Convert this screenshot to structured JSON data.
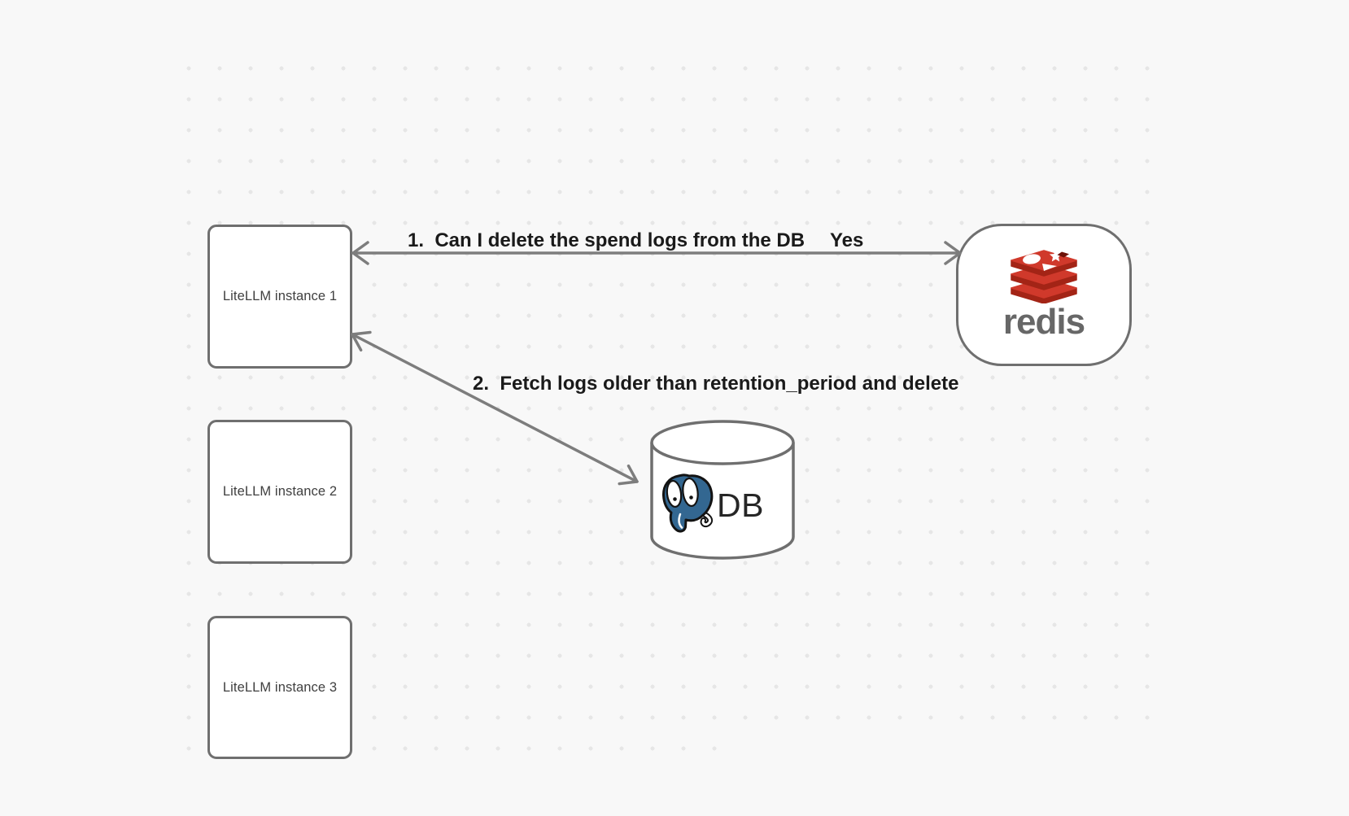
{
  "diagram": {
    "instances": [
      {
        "label": "LiteLLM instance 1"
      },
      {
        "label": "LiteLLM instance 2"
      },
      {
        "label": "LiteLLM instance 3"
      }
    ],
    "redis": {
      "wordmark": "redis",
      "icon": "redis-stack-logo"
    },
    "db": {
      "label": "DB",
      "icon": "postgresql-elephant-logo"
    },
    "edges": [
      {
        "id": "1",
        "question": "1.  Can I delete the spend logs from the DB",
        "answer": "Yes",
        "from": "LiteLLM instance 1",
        "to": "redis",
        "style": "double-headed-arrow"
      },
      {
        "id": "2",
        "label": "2.  Fetch logs older than retention_period and delete",
        "from": "LiteLLM instance 1",
        "to": "DB",
        "style": "double-headed-arrow"
      }
    ],
    "colors": {
      "background": "#f8f8f8",
      "grid_dot": "#e6e6e6",
      "node_border": "#6f6f6f",
      "arrow": "#7d7d7d",
      "edge_label_text": "#1a1a1a",
      "node_label_text": "#3f3f3f",
      "redis_red": "#d0392b",
      "redis_red_dark": "#a32416",
      "redis_wordmark": "#676767",
      "postgres_blue": "#336791"
    }
  }
}
